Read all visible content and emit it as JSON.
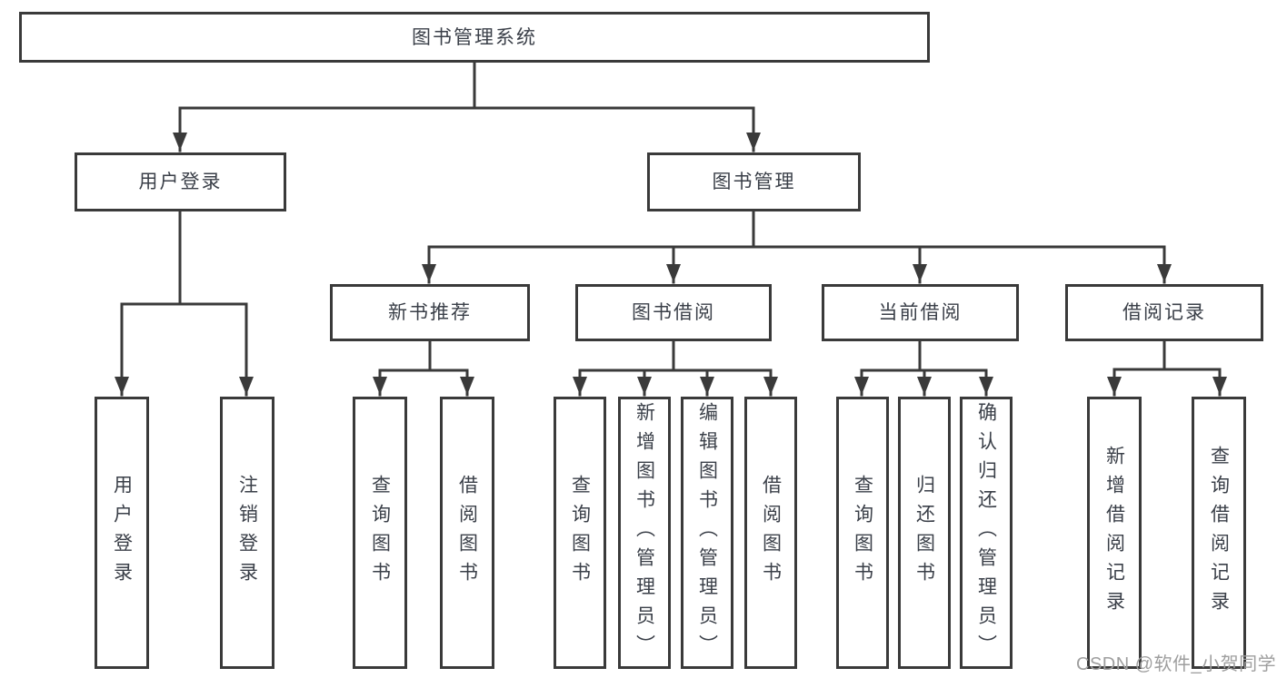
{
  "diagram": {
    "root": {
      "label": "图书管理系统"
    },
    "branches": [
      {
        "label": "用户登录",
        "children": [
          {
            "label": "用户登录"
          },
          {
            "label": "注销登录"
          }
        ]
      },
      {
        "label": "图书管理",
        "children": [
          {
            "label": "新书推荐",
            "children": [
              {
                "label": "查询图书"
              },
              {
                "label": "借阅图书"
              }
            ]
          },
          {
            "label": "图书借阅",
            "children": [
              {
                "label": "查询图书"
              },
              {
                "label": "新增图书（管理员）"
              },
              {
                "label": "编辑图书（管理员）"
              },
              {
                "label": "借阅图书"
              }
            ]
          },
          {
            "label": "当前借阅",
            "children": [
              {
                "label": "查询图书"
              },
              {
                "label": "归还图书"
              },
              {
                "label": "确认归还（管理员）"
              }
            ]
          },
          {
            "label": "借阅记录",
            "children": [
              {
                "label": "新增借阅记录"
              },
              {
                "label": "查询借阅记录"
              }
            ]
          }
        ]
      }
    ]
  },
  "watermark": {
    "text": "CSDN @软件_小贺同学"
  },
  "colors": {
    "line": "#3a3a3a",
    "box_border": "#3a3a3a",
    "text": "#3a3f48",
    "watermark": "#9e9e9e",
    "background": "#ffffff"
  }
}
